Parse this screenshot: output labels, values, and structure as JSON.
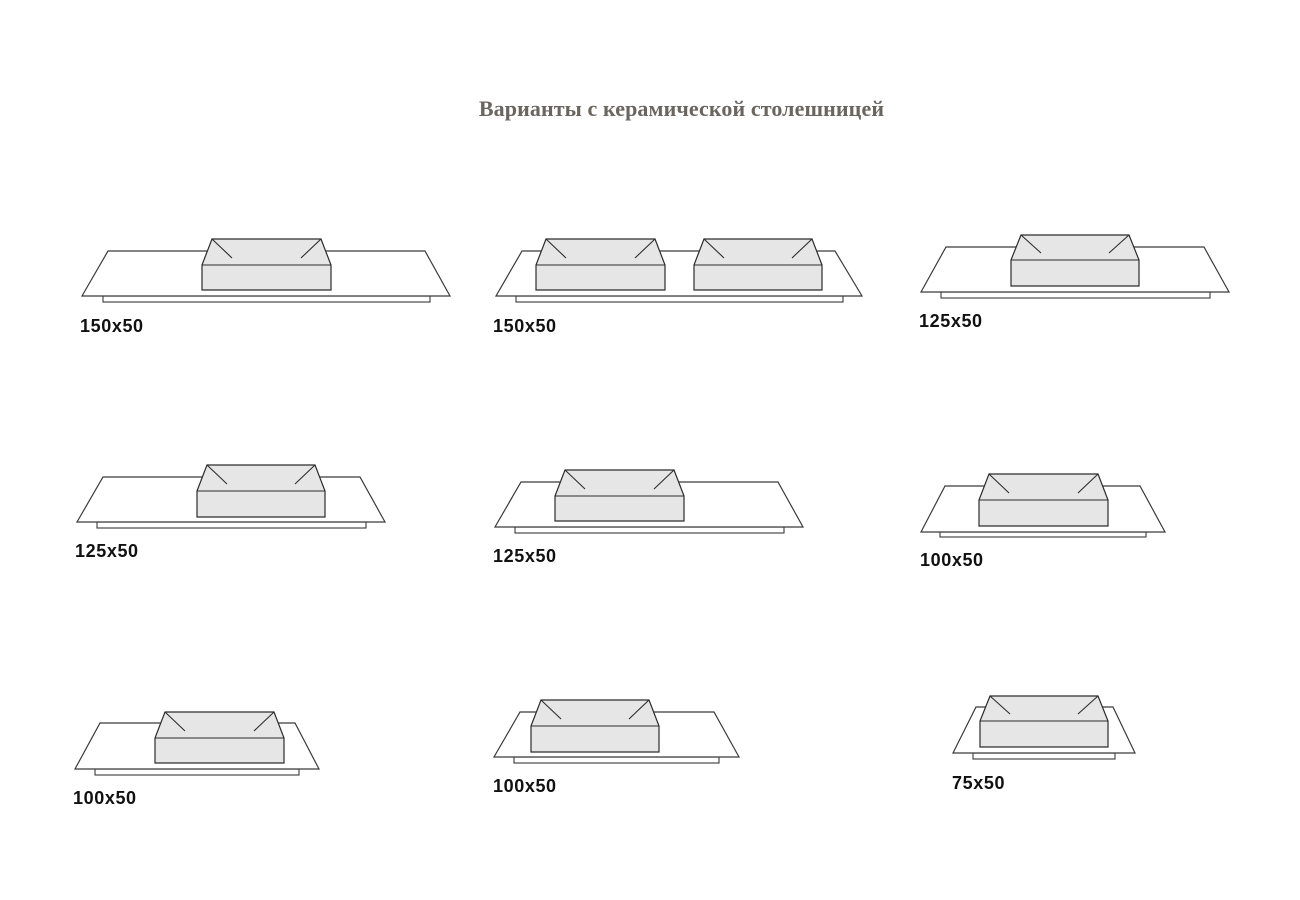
{
  "title": "Варианты с керамической столешницей",
  "variants": [
    {
      "size_label": "150x50",
      "basins": 1
    },
    {
      "size_label": "150x50",
      "basins": 2
    },
    {
      "size_label": "125x50",
      "basins": 1
    },
    {
      "size_label": "125x50",
      "basins": 1
    },
    {
      "size_label": "125x50",
      "basins": 1
    },
    {
      "size_label": "100x50",
      "basins": 1
    },
    {
      "size_label": "100x50",
      "basins": 1
    },
    {
      "size_label": "100x50",
      "basins": 1
    },
    {
      "size_label": "75x50",
      "basins": 1
    }
  ]
}
